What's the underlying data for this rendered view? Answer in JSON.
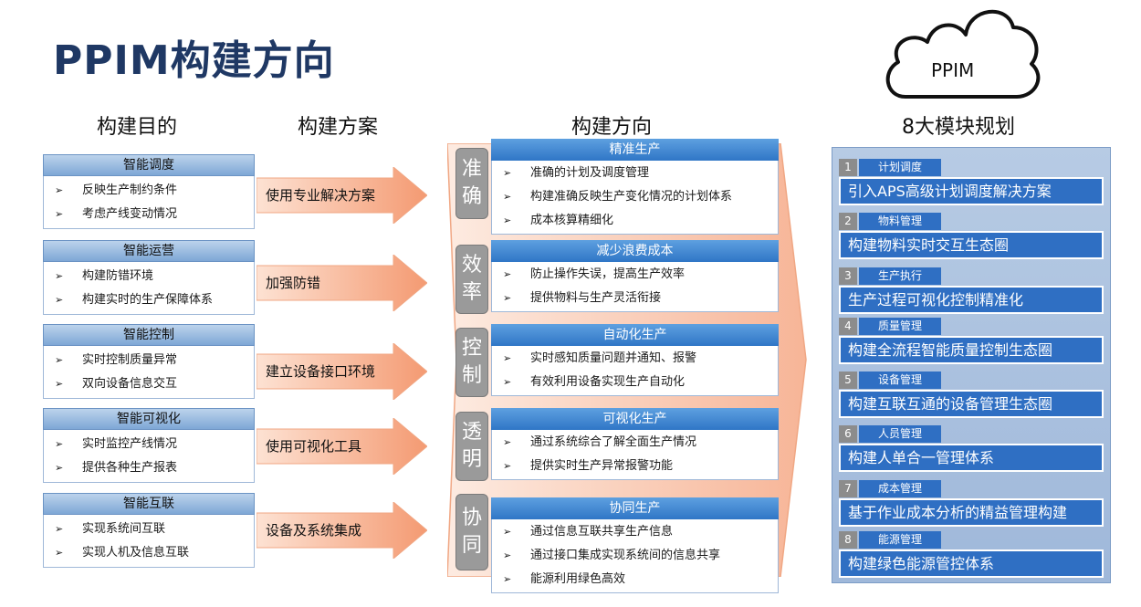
{
  "title": "PPIM构建方向",
  "headers": {
    "purpose": "构建目的",
    "plan": "构建方案",
    "direction": "构建方向",
    "modules": "8大模块规划"
  },
  "cloud_label": "PPIM",
  "bullet_glyph": "➢",
  "purposes": [
    {
      "title": "智能调度",
      "items": [
        "反映生产制约条件",
        "考虑产线变动情况"
      ]
    },
    {
      "title": "智能运营",
      "items": [
        "构建防错环境",
        "构建实时的生产保障体系"
      ]
    },
    {
      "title": "智能控制",
      "items": [
        "实时控制质量异常",
        "双向设备信息交互"
      ]
    },
    {
      "title": "智能可视化",
      "items": [
        "实时监控产线情况",
        "提供各种生产报表"
      ]
    },
    {
      "title": "智能互联",
      "items": [
        "实现系统间互联",
        "实现人机及信息互联"
      ]
    }
  ],
  "plans": [
    "使用专业解决方案",
    "加强防错",
    "建立设备接口环境",
    "使用可视化工具",
    "设备及系统集成"
  ],
  "tags": [
    "准确",
    "效率",
    "控制",
    "透明",
    "协同"
  ],
  "directions": [
    {
      "title": "精准生产",
      "items": [
        "准确的计划及调度管理",
        "构建准确反映生产变化情况的计划体系",
        "成本核算精细化"
      ]
    },
    {
      "title": "减少浪费成本",
      "items": [
        "防止操作失误，提高生产效率",
        "提供物料与生产灵活衔接"
      ]
    },
    {
      "title": "自动化生产",
      "items": [
        "实时感知质量问题并通知、报警",
        "有效利用设备实现生产自动化"
      ]
    },
    {
      "title": "可视化生产",
      "items": [
        "通过系统综合了解全面生产情况",
        "提供实时生产异常报警功能"
      ]
    },
    {
      "title": "协同生产",
      "items": [
        "通过信息互联共享生产信息",
        "通过接口集成实现系统间的信息共享",
        "能源利用绿色高效"
      ]
    }
  ],
  "modules": [
    {
      "num": "1",
      "name": "计划调度",
      "desc": "引入APS高级计划调度解决方案"
    },
    {
      "num": "2",
      "name": "物料管理",
      "desc": "构建物料实时交互生态圈"
    },
    {
      "num": "3",
      "name": "生产执行",
      "desc": "生产过程可视化控制精准化"
    },
    {
      "num": "4",
      "name": "质量管理",
      "desc": "构建全流程智能质量控制生态圈"
    },
    {
      "num": "5",
      "name": "设备管理",
      "desc": "构建互联互通的设备管理生态圈"
    },
    {
      "num": "6",
      "name": "人员管理",
      "desc": "构建人单合一管理体系"
    },
    {
      "num": "7",
      "name": "成本管理",
      "desc": "基于作业成本分析的精益管理构建"
    },
    {
      "num": "8",
      "name": "能源管理",
      "desc": "构建绿色能源管控体系"
    }
  ],
  "colors": {
    "title": "#1f3864",
    "module_blue": "#2f6fc3",
    "arrow_orange": "#f4a582",
    "tag_gray": "#9a9a9a"
  }
}
